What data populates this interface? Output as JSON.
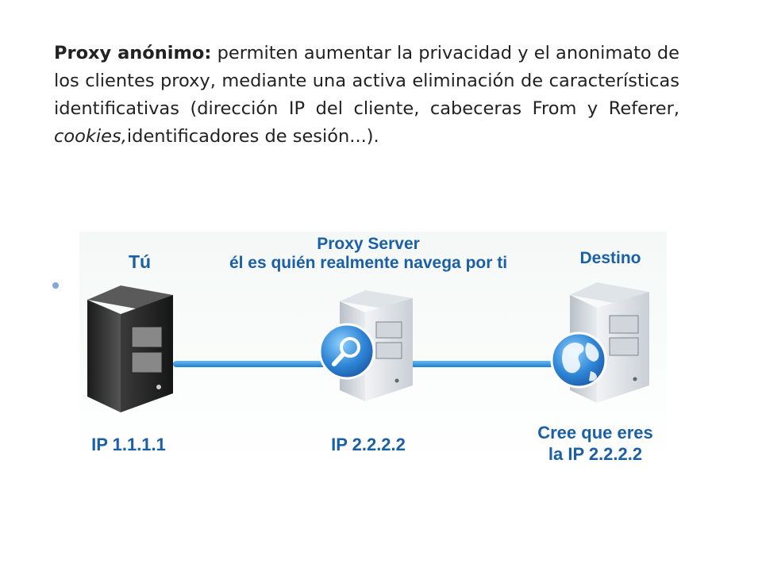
{
  "paragraph": {
    "term": "Proxy anónimo:",
    "text_a": " permiten aumentar la privacidad y el anonimato de los clientes proxy, mediante una activa eliminación de características identificativas (dirección IP del cliente, cabeceras From y Referer, ",
    "text_italic": "cookies,",
    "text_b": "identificadores de sesión...)."
  },
  "diagram": {
    "left_label": "Tú",
    "center_title_1": "Proxy Server",
    "center_title_2": "él es quién realmente navega por ti",
    "right_label": "Destino",
    "left_ip": "IP 1.1.1.1",
    "center_ip": "IP 2.2.2.2",
    "right_note_1": "Cree que eres",
    "right_note_2": "la IP 2.2.2.2"
  },
  "colors": {
    "link": "#2e8fe0",
    "label": "#1b5fa6"
  }
}
